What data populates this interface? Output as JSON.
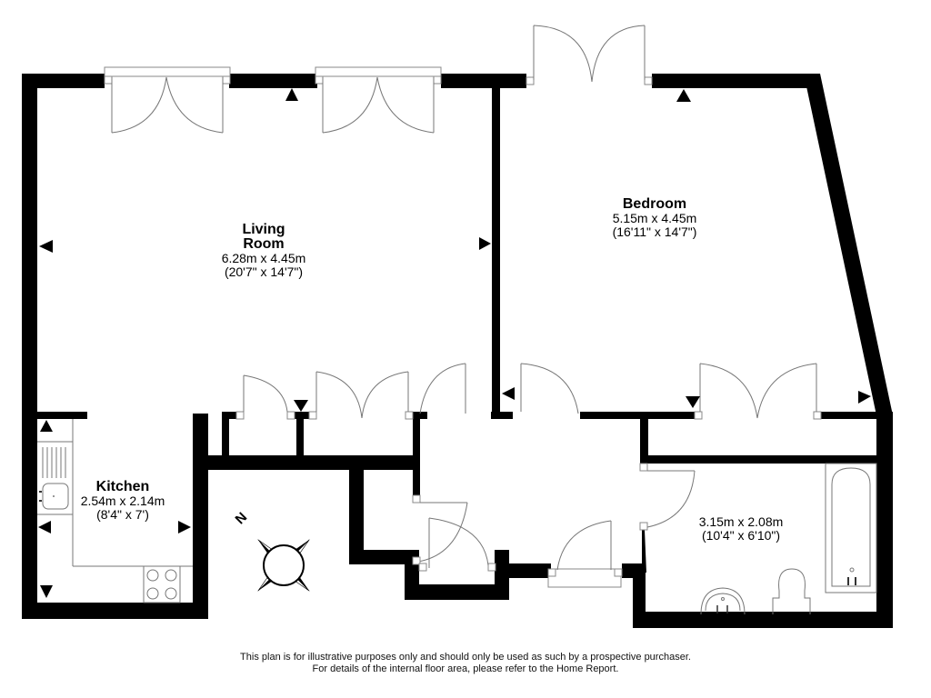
{
  "rooms": {
    "living_room": {
      "name_line1": "Living",
      "name_line2": "Room",
      "metric": "6.28m x 4.45m",
      "imperial": "(20'7\" x 14'7\")"
    },
    "bedroom": {
      "name": "Bedroom",
      "metric": "5.15m x 4.45m",
      "imperial": "(16'11\" x 14'7\")"
    },
    "kitchen": {
      "name": "Kitchen",
      "metric": "2.54m x 2.14m",
      "imperial": "(8'4\" x 7')"
    },
    "bathroom": {
      "metric": "3.15m x 2.08m",
      "imperial": "(10'4\" x 6'10\")"
    }
  },
  "compass": {
    "label": "N"
  },
  "disclaimer": {
    "line1": "This plan is for illustrative purposes only and should only be used as such by a prospective purchaser.",
    "line2": "For details of the internal floor area, please refer to the Home Report."
  },
  "colors": {
    "wall": "#000000",
    "fixture_line": "#777777",
    "background": "#ffffff"
  }
}
